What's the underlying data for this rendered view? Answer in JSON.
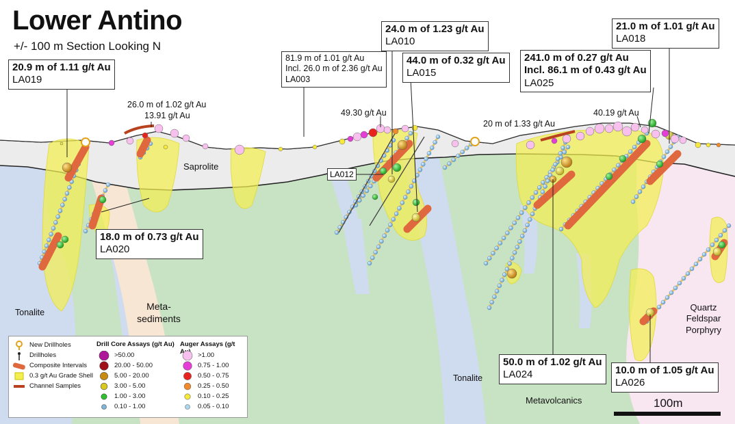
{
  "map": {
    "title": "Lower Antino",
    "subtitle": "+/- 100 m Section Looking N",
    "scale_label": "100m"
  },
  "units": {
    "saprolite": "Saprolite",
    "tonalite_left": "Tonalite",
    "tonalite_center": "Tonalite",
    "metasediments": "Meta-\nsediments",
    "metavolcanics": "Metavolcanics",
    "porphyry": "Quartz\nFeldspar\nPorphyry"
  },
  "surface_labels": {
    "channel_a": "26.0 m of 1.02 g/t Au",
    "channel_a_peak": "13.91 g/t Au",
    "peak_center": "49.30 g/t Au",
    "channel_b": "20 m of 1.33 g/t Au",
    "peak_right": "40.19 g/t Au"
  },
  "intercepts": [
    {
      "id": "la019",
      "result": "20.9 m of 1.11 g/t Au",
      "sub": "",
      "hole": "LA019"
    },
    {
      "id": "la003",
      "result": "81.9 m of 1.01 g/t Au",
      "sub": "Incl. 26.0 m of 2.36 g/t Au",
      "hole": "LA003"
    },
    {
      "id": "la010",
      "result": "24.0 m of 1.23 g/t Au",
      "sub": "",
      "hole": "LA010"
    },
    {
      "id": "la015",
      "result": "44.0 m of 0.32 g/t Au",
      "sub": "",
      "hole": "LA015"
    },
    {
      "id": "la025",
      "result": "241.0 m of 0.27 g/t Au",
      "sub": "Incl. 86.1 m of 0.43 g/t Au",
      "hole": "LA025"
    },
    {
      "id": "la018",
      "result": "21.0 m of 1.01 g/t Au",
      "sub": "",
      "hole": "LA018"
    },
    {
      "id": "la020",
      "result": "18.0 m of 0.73 g/t Au",
      "sub": "",
      "hole": "LA020"
    },
    {
      "id": "la024",
      "result": "50.0 m of 1.02 g/t Au",
      "sub": "",
      "hole": "LA024"
    },
    {
      "id": "la026",
      "result": "10.0 m of 1.05 g/t Au",
      "sub": "",
      "hole": "LA026"
    }
  ],
  "hole_tags": {
    "la012": "LA012"
  },
  "legend": {
    "symbols": [
      {
        "label": "New Drillholes",
        "icon": "new-drillhole-icon"
      },
      {
        "label": "Drillholes",
        "icon": "drillhole-icon"
      },
      {
        "label": "Composite Intervals",
        "icon": "composite-interval-icon"
      },
      {
        "label": "0.3 g/t Au Grade Shell",
        "icon": "grade-shell-icon"
      },
      {
        "label": "Channel Samples",
        "icon": "channel-sample-icon"
      }
    ],
    "core_heading": "Drill Core Assays (g/t Au)",
    "core": [
      {
        "label": ">50.00",
        "color": "#b0189a"
      },
      {
        "label": "20.00 - 50.00",
        "color": "#a01018"
      },
      {
        "label": "5.00 - 20.00",
        "color": "#c98a10"
      },
      {
        "label": "3.00 - 5.00",
        "color": "#d8c820"
      },
      {
        "label": "1.00 - 3.00",
        "color": "#2fbf2f"
      },
      {
        "label": "0.10 - 1.00",
        "color": "#7fb5d8"
      }
    ],
    "auger_heading": "Auger Assays (g/t Au)",
    "auger": [
      {
        "label": ">1.00",
        "color": "#f8c0ec"
      },
      {
        "label": "0.75 - 1.00",
        "color": "#e43ed6"
      },
      {
        "label": "0.50 - 0.75",
        "color": "#e8231d"
      },
      {
        "label": "0.25 - 0.50",
        "color": "#f08a2a"
      },
      {
        "label": "0.10 - 0.25",
        "color": "#f6e93a"
      },
      {
        "label": "0.05 - 0.10",
        "color": "#a8d8f0"
      }
    ]
  },
  "colors": {
    "metavolcanics": "#c8e2c4",
    "tonalite": "#cfdcf0",
    "metasediments": "#f8e6d4",
    "porphyry": "#f8e6f0",
    "saprolite": "#ececec",
    "grade_shell": "#f3ef50",
    "composite": "#e0683e",
    "channel": "#b8421e",
    "drill_trace": "#e9c46a"
  }
}
